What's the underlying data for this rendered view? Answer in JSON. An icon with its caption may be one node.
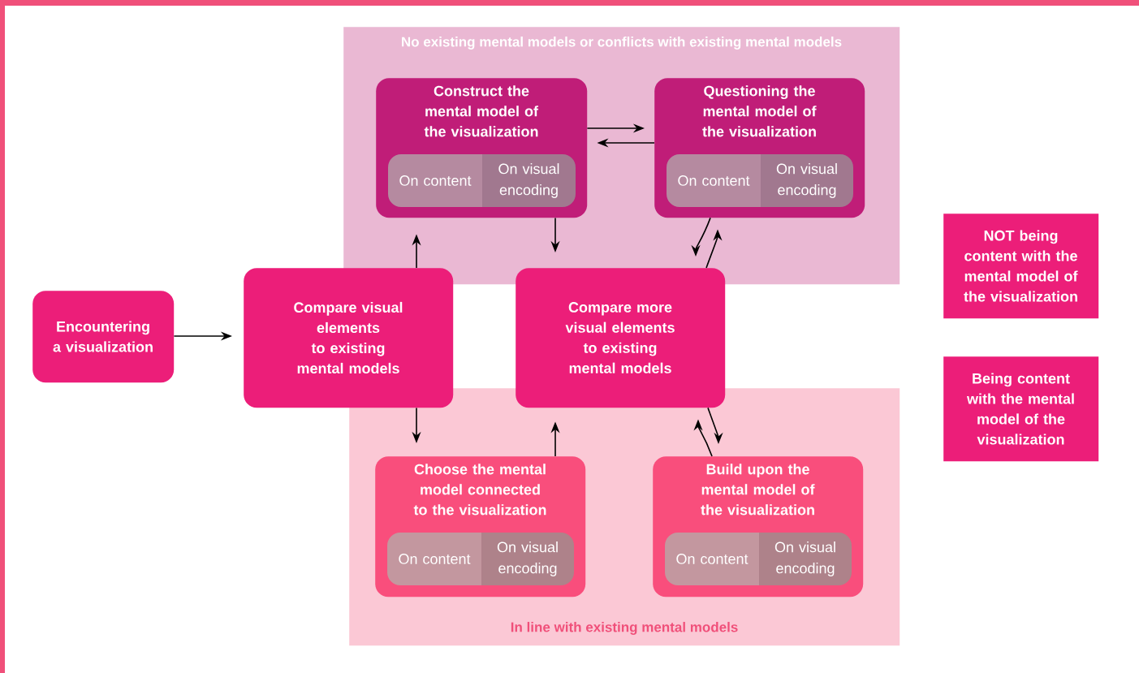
{
  "diagram": {
    "nodes": [
      {
        "text": [
          "No existing mental models or conflicts with existing mental models"
        ]
      },
      {
        "text": [
          "Construct the mental model of the visualization"
        ],
        "in": 0
      },
      {
        "text": [
          "On content"
        ],
        "in": 1
      },
      {
        "text": [
          "On visual encoding"
        ],
        "in": 1
      },
      {
        "text": [
          "Questioning the mental model of the visualization"
        ],
        "in": 0
      },
      {
        "text": [
          "On content"
        ],
        "in": 4
      },
      {
        "text": [
          "On visual encoding"
        ],
        "in": 4
      },
      {
        "text": [
          "In line with existing mental models"
        ]
      },
      {
        "text": [
          "Choose the mental model connected to the visualization"
        ],
        "in": 7
      },
      {
        "text": [
          "On content"
        ],
        "in": 8
      },
      {
        "text": [
          "On visual encoding"
        ],
        "in": 8
      },
      {
        "text": [
          "Build upon the mental model of the visualization"
        ],
        "in": 7
      },
      {
        "text": [
          "On content"
        ],
        "in": 11
      },
      {
        "text": [
          "On visual encoding"
        ],
        "in": 11
      },
      {
        "text": [
          "Encountering a visualization"
        ]
      },
      {
        "text": [
          "Compare visual elements to existing mental models"
        ]
      },
      {
        "text": [
          "Compare more visual elements to existing mental models"
        ]
      },
      {
        "text": [
          "NOT being content with the mental model of the visualization"
        ]
      },
      {
        "text": [
          "Being content with the mental model of the visualization"
        ]
      }
    ],
    "edges": [
      {
        "from": 14,
        "to": 15,
        "arrow": "to"
      },
      {
        "from": 15,
        "to": 1,
        "arrow": "to"
      },
      {
        "from": 15,
        "to": 8,
        "arrow": "to"
      },
      {
        "from": 8,
        "to": 16,
        "arrow": "to"
      },
      {
        "from": 1,
        "to": 16,
        "arrow": "to"
      },
      {
        "from": 1,
        "to": 4,
        "arrow": "to"
      },
      {
        "from": 4,
        "to": 1,
        "arrow": "to"
      },
      {
        "from": 4,
        "to": 16,
        "arrow": "to"
      },
      {
        "from": 16,
        "to": 4,
        "arrow": "to"
      },
      {
        "from": 16,
        "to": 11,
        "arrow": "to"
      },
      {
        "from": 11,
        "to": 16,
        "arrow": "to"
      }
    ]
  }
}
